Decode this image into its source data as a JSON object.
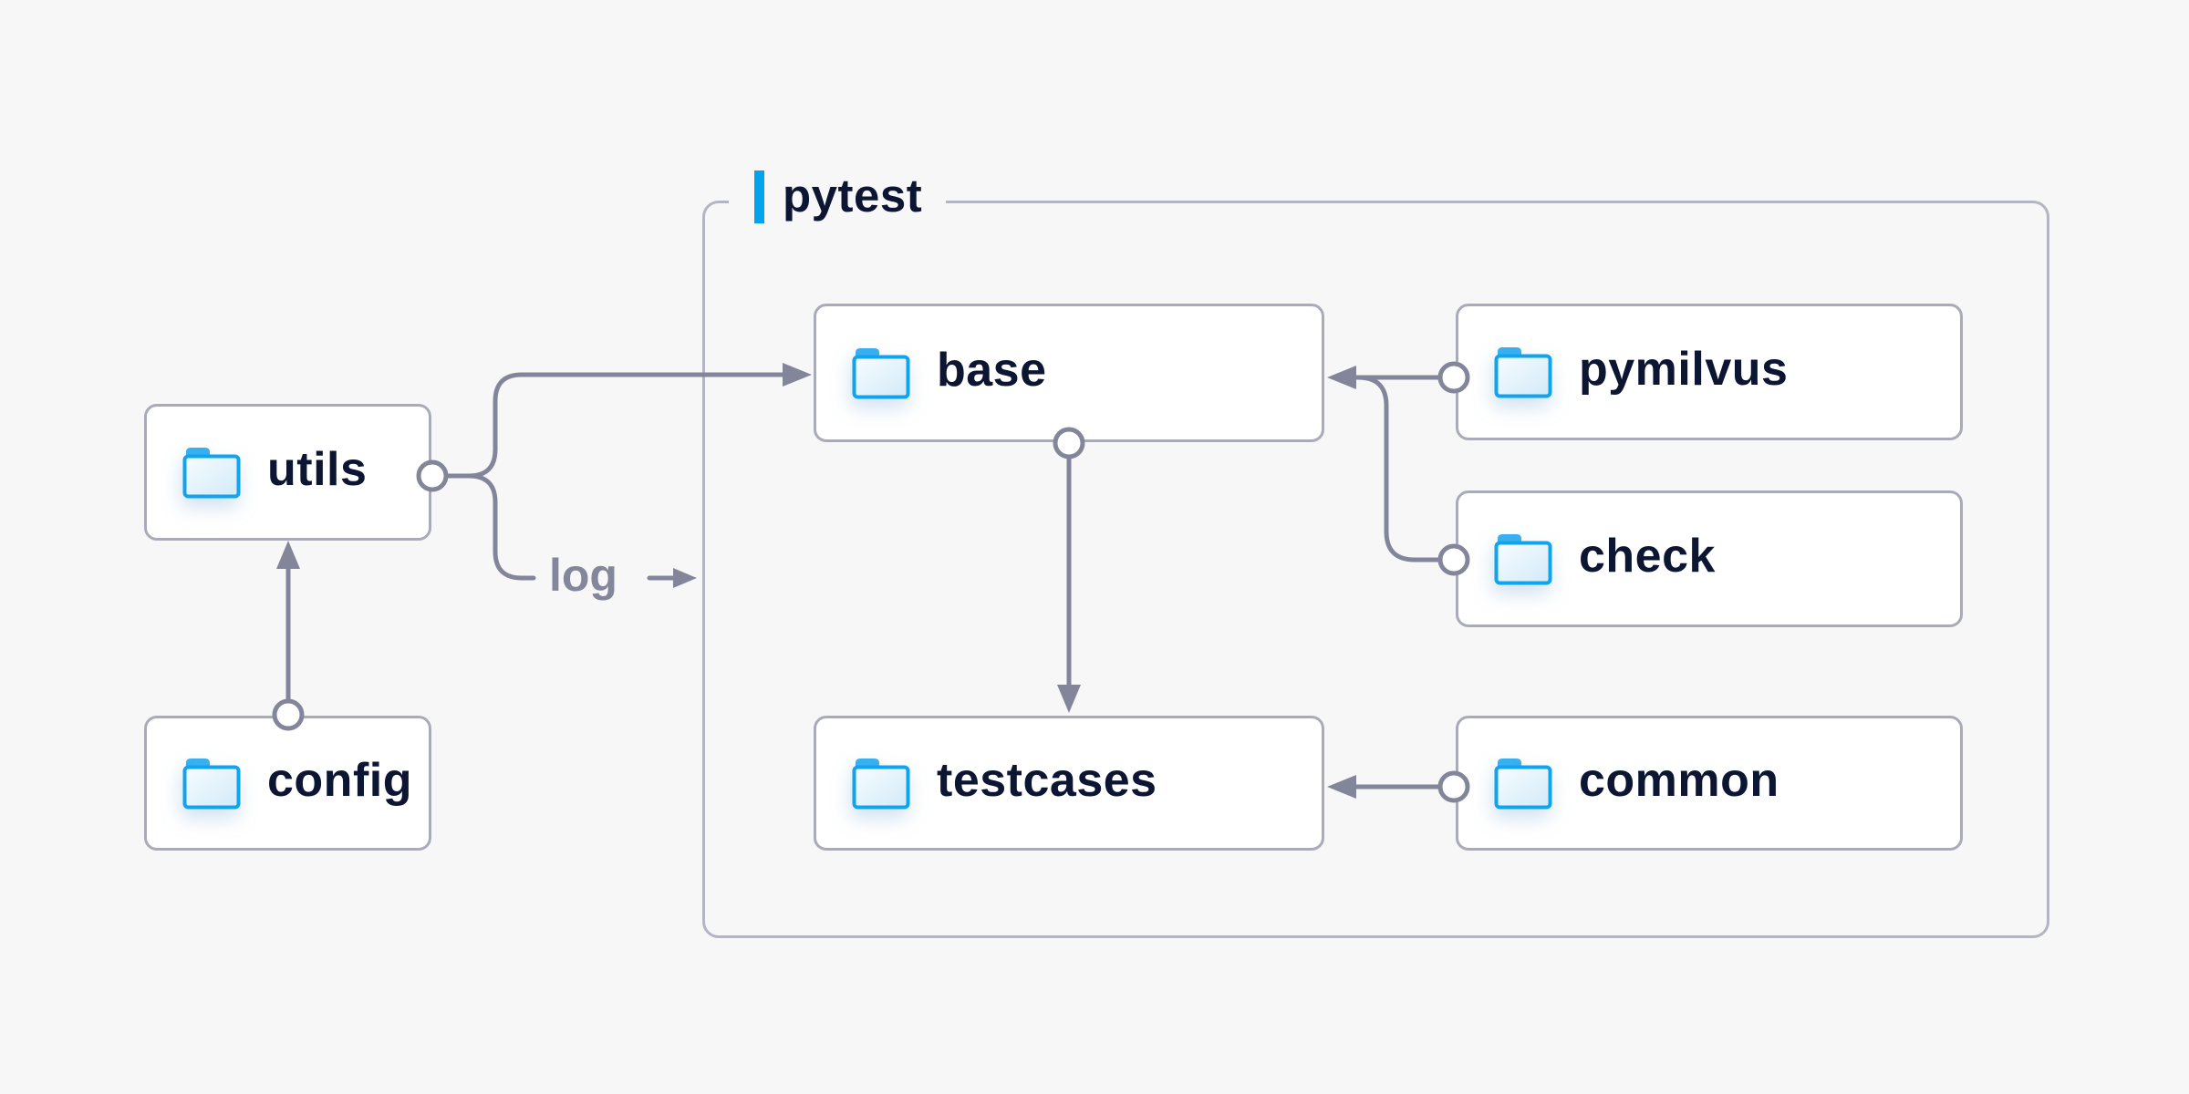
{
  "diagram": {
    "type": "folder-structure-diagram",
    "group": {
      "label": "pytest"
    },
    "nodes": [
      {
        "id": "utils",
        "label": "utils",
        "icon": "folder-icon",
        "inside_group": false
      },
      {
        "id": "config",
        "label": "config",
        "icon": "folder-icon",
        "inside_group": false
      },
      {
        "id": "base",
        "label": "base",
        "icon": "folder-icon",
        "inside_group": true
      },
      {
        "id": "testcases",
        "label": "testcases",
        "icon": "folder-icon",
        "inside_group": true
      },
      {
        "id": "pymilvus",
        "label": "pymilvus",
        "icon": "folder-icon",
        "inside_group": true
      },
      {
        "id": "check",
        "label": "check",
        "icon": "folder-icon",
        "inside_group": true
      },
      {
        "id": "common",
        "label": "common",
        "icon": "folder-icon",
        "inside_group": true
      }
    ],
    "edges": [
      {
        "from": "config",
        "to": "utils",
        "label": ""
      },
      {
        "from": "utils",
        "to": "base",
        "label": ""
      },
      {
        "from": "utils",
        "to": "log",
        "label": "log"
      },
      {
        "from": "base",
        "to": "testcases",
        "label": ""
      },
      {
        "from": "pymilvus",
        "to": "base",
        "label": ""
      },
      {
        "from": "check",
        "to": "base",
        "label": ""
      },
      {
        "from": "common",
        "to": "testcases",
        "label": ""
      }
    ],
    "colors": {
      "background": "#f7f7f8",
      "accent_blue": "#00a3ee",
      "node_text": "#0c1633",
      "node_border": "#a9abb8",
      "group_border": "#b4b5c3",
      "edge_line": "#83869a",
      "edge_label_text": "#84879b",
      "folder_stroke": "#10a3ee",
      "folder_tab": "#38b0ef",
      "folder_fill_light": "#f6fbfe",
      "folder_fill_dark": "#d2eaf8"
    }
  }
}
